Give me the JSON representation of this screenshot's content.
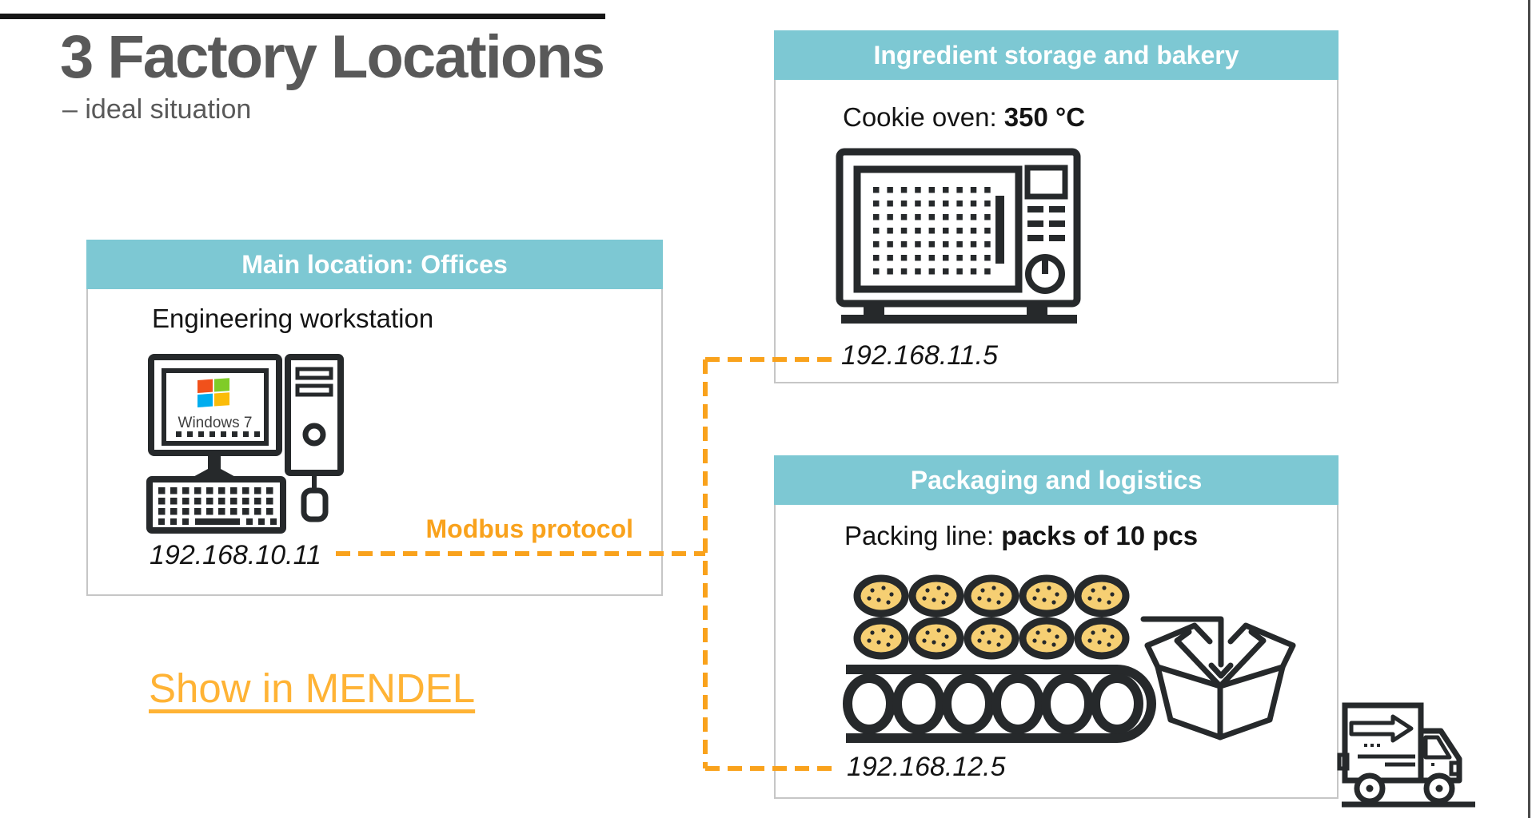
{
  "slide": {
    "title": "3 Factory Locations",
    "subtitle": "– ideal situation"
  },
  "panels": {
    "main": {
      "header": "Main location: Offices",
      "device_label": "Engineering workstation",
      "os_label": "Windows 7",
      "ip": "192.168.10.11"
    },
    "bakery": {
      "header": "Ingredient storage and bakery",
      "label_prefix": "Cookie oven: ",
      "label_value": "350 °C",
      "ip": "192.168.11.5"
    },
    "packaging": {
      "header": "Packaging and logistics",
      "label_prefix": "Packing line: ",
      "label_value": "packs of 10 pcs",
      "ip": "192.168.12.5"
    }
  },
  "connection": {
    "protocol_label": "Modbus protocol"
  },
  "link": {
    "label": "Show in MENDEL"
  },
  "icons": {
    "main": "desktop-computer-windows7-icon",
    "bakery": "cookie-oven-icon",
    "packaging": "conveyor-cookies-packing-box-icon",
    "bottom_right": "delivery-truck-icon"
  },
  "colors": {
    "header_teal": "#7dc8d3",
    "accent_orange": "#f9a21c",
    "link_orange": "#ffb335",
    "title_gray": "#595959",
    "icon_dark": "#26292b",
    "cookie_fill": "#f6cf73",
    "panel_border": "#c6c6c6"
  }
}
